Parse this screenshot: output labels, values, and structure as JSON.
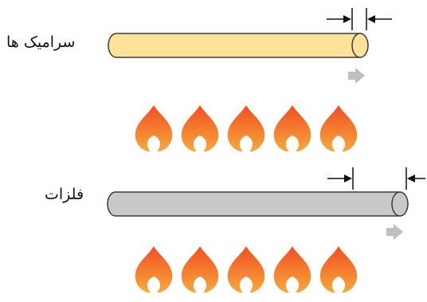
{
  "labels": {
    "ceramic": "سرامیک ها",
    "metal": "فلزات"
  },
  "rods": {
    "ceramic": {
      "fill": "#fde29a",
      "stroke": "#3a3a3a"
    },
    "metal": {
      "fill": "#c9c9c9",
      "stroke": "#3a3a3a"
    }
  },
  "colors": {
    "flame_outer": "#f04e23",
    "flame_inner": "#f9a83a",
    "expansion_arrow": "#bfbfbf",
    "marker_line": "#111111"
  },
  "icons": {
    "flame": "flame-icon",
    "expansion": "arrow-right-icon",
    "marker": "dimension-arrow-icon"
  },
  "flames_per_row": 5
}
